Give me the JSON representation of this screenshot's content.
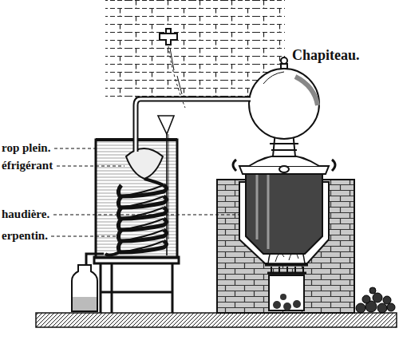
{
  "diagram": {
    "labels": [
      "Chapiteau.",
      "rop plein.",
      "éfrigérant",
      "haudière.",
      "erpentin."
    ]
  }
}
